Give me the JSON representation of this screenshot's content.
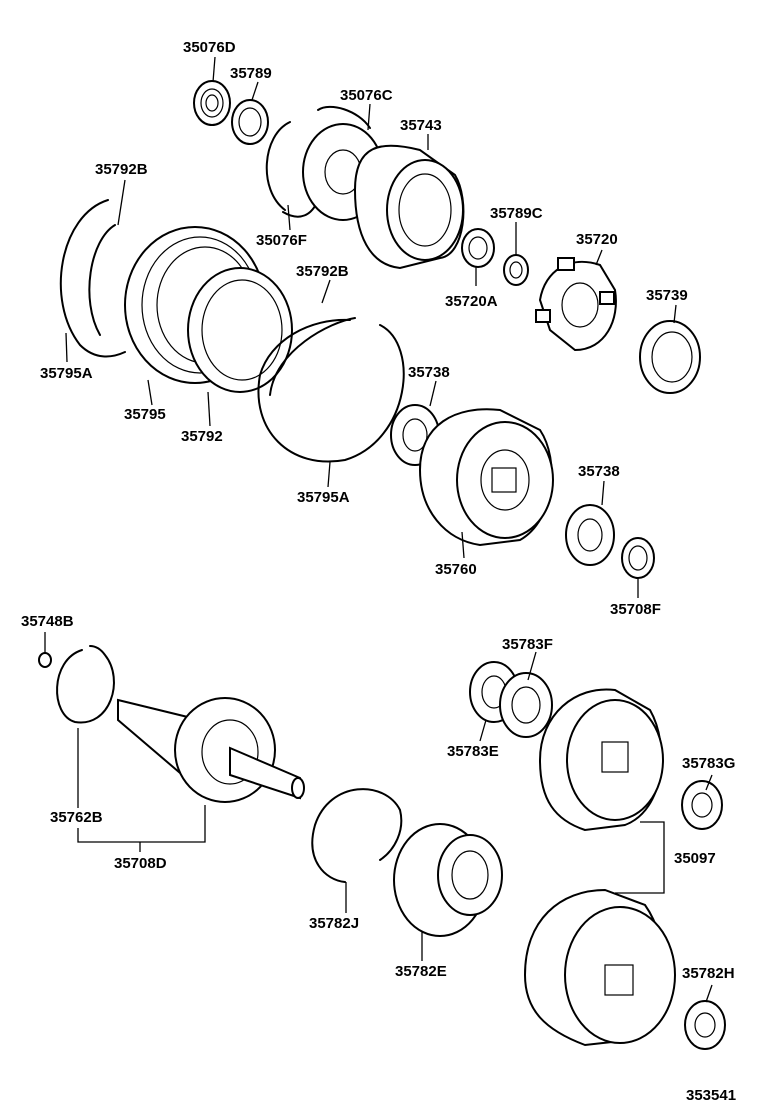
{
  "diagram": {
    "id_label": "353541",
    "parts": {
      "p35076D": "35076D",
      "p35789": "35789",
      "p35076C": "35076C",
      "p35743": "35743",
      "p35792B_top": "35792B",
      "p35076F": "35076F",
      "p35789C": "35789C",
      "p35720": "35720",
      "p35792B_mid": "35792B",
      "p35720A": "35720A",
      "p35739": "35739",
      "p35795A_left": "35795A",
      "p35738_top": "35738",
      "p35795": "35795",
      "p35792": "35792",
      "p35738_right": "35738",
      "p35795A_mid": "35795A",
      "p35760": "35760",
      "p35708F": "35708F",
      "p35748B": "35748B",
      "p35783F": "35783F",
      "p35783E": "35783E",
      "p35783G": "35783G",
      "p35762B": "35762B",
      "p35097": "35097",
      "p35708D": "35708D",
      "p35782J": "35782J",
      "p35782E": "35782E",
      "p35782H": "35782H"
    }
  }
}
